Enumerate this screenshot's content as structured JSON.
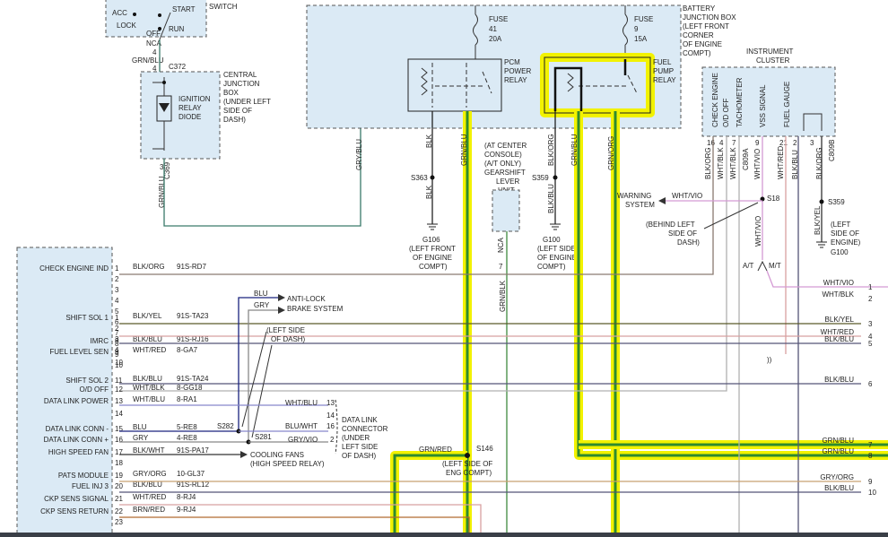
{
  "labels": {
    "switch_title": "SWITCH",
    "acc": "ACC",
    "start": "START",
    "lock": "LOCK",
    "off": "OFF",
    "run": "RUN",
    "nca_top": "NCA",
    "pin4a": "4",
    "grn_blu": "GRN/BLU",
    "pin4b": "4",
    "c372": "C372",
    "cjb_title": [
      "CENTRAL",
      "JUNCTION",
      "BOX",
      "(UNDER LEFT",
      "SIDE OF",
      "DASH)"
    ],
    "diode": [
      "IGNITION",
      "RELAY",
      "DIODE"
    ],
    "pin3": "3",
    "c369": "C369",
    "grn_blu_v": "GRN/BLU",
    "gry_blu_v": "GRY/BLU",
    "fuse41": [
      "FUSE",
      "41",
      "20A"
    ],
    "fuse9": [
      "FUSE",
      "9",
      "15A"
    ],
    "bjb": [
      "BATTERY",
      "JUNCTION BOX",
      "(LEFT FRONT",
      "CORNER",
      "OF ENGINE",
      "COMPT)"
    ],
    "pcm_relay": [
      "PCM",
      "POWER",
      "RELAY"
    ],
    "fuel_relay": [
      "FUEL",
      "PUMP",
      "RELAY"
    ],
    "blk_v": "BLK",
    "grn_blu_pcm": "GRN/BLU",
    "blk_org_v": "BLK/ORG",
    "grn_blu_fp": "GRN/BLU",
    "grn_org_v": "GRN/ORG",
    "console": [
      "(AT CENTER",
      "CONSOLE)",
      "(A/T ONLY)",
      "GEARSHIFT",
      "LEVER",
      "UNIT"
    ],
    "s363": "S363",
    "blk_s363": "BLK",
    "g106": [
      "G106",
      "(LEFT FRONT",
      "OF ENGINE",
      "COMPT)"
    ],
    "s359a": "S359",
    "blk_s359": "BLK/BLU",
    "g100a": [
      "G100",
      "(LEFT SIDE",
      "OF ENGINE",
      "COMPT)"
    ],
    "nca_mid": "NCA",
    "pin7": "7",
    "grn_blk_v": "GRN/BLK",
    "cluster_title": [
      "INSTRUMENT",
      "CLUSTER"
    ],
    "cluster_cols": [
      "CHECK ENGINE",
      "O/D OFF",
      "TACHOMETER",
      "VSS SIGNAL",
      "FUEL GAUGE"
    ],
    "cluster_pins": [
      "16",
      "4",
      "7",
      "9",
      "21",
      "2",
      "3"
    ],
    "cluster_wires": [
      "BLK/ORG",
      "WHT/BLK",
      "WHT/BLK",
      "WHT/VIO",
      "WHT/RED",
      "BLK/BLU",
      "BLK/ORG"
    ],
    "c809a": "C809A",
    "c809b": "C809B",
    "warning": [
      "WARNING",
      "SYSTEM"
    ],
    "wht_vio_w": "WHT/VIO",
    "s18": "S18",
    "behind": [
      "(BEHIND LEFT",
      "SIDE OF",
      "DASH)"
    ],
    "wht_vio_v": "WHT/VIO",
    "at": "A/T",
    "mt": "M/T",
    "s359b": "S359",
    "blk_yel_g": "BLK/YEL",
    "g100b": [
      "(LEFT",
      "SIDE OF",
      "ENGINE)",
      "G100"
    ],
    "pcm_rows": [
      {
        "pin": "1",
        "label": "CHECK ENGINE IND",
        "color": "BLK/ORG",
        "circuit": "91S-RD7"
      },
      {
        "pin": "2",
        "label": "",
        "color": "",
        "circuit": ""
      },
      {
        "pin": "3",
        "label": "",
        "color": "",
        "circuit": ""
      },
      {
        "pin": "4",
        "label": "",
        "color": "",
        "circuit": ""
      },
      {
        "pin": "5",
        "label": "",
        "color": "",
        "circuit": ""
      },
      {
        "pin": "6",
        "label": "",
        "color": "",
        "circuit": ""
      },
      {
        "pin": "7",
        "label": "",
        "color": "",
        "circuit": ""
      },
      {
        "pin": "8",
        "label": "",
        "color": "",
        "circuit": ""
      },
      {
        "pin": "9",
        "label": "",
        "color": "",
        "circuit": ""
      },
      {
        "pin": "10",
        "label": "",
        "color": "",
        "circuit": ""
      },
      {
        "pin": "1",
        "label": "SHIFT SOL 1",
        "color": "BLK/YEL",
        "circuit": "91S-TA23"
      },
      {
        "pin": "2",
        "label": "",
        "color": "",
        "circuit": ""
      },
      {
        "pin": "3",
        "label": "",
        "color": "",
        "circuit": ""
      },
      {
        "pin": "4",
        "label": "",
        "color": "",
        "circuit": ""
      },
      {
        "pin": "8",
        "label": "IMRC",
        "color": "BLK/BLU",
        "circuit": "91S-RJ16"
      },
      {
        "pin": "9",
        "label": "FUEL LEVEL SEN",
        "color": "WHT/RED",
        "circuit": "8-GA7"
      },
      {
        "pin": "10",
        "label": "",
        "color": "",
        "circuit": ""
      },
      {
        "pin": "11",
        "label": "SHIFT SOL 2",
        "color": "BLK/BLU",
        "circuit": "91S-TA24"
      },
      {
        "pin": "12",
        "label": "O/D OFF",
        "color": "WHT/BLK",
        "circuit": "8-GG18"
      },
      {
        "pin": "13",
        "label": "DATA LINK POWER",
        "color": "WHT/BLU",
        "circuit": "8-RA1"
      },
      {
        "pin": "14",
        "label": "",
        "color": "",
        "circuit": ""
      },
      {
        "pin": "15",
        "label": "DATA LINK CONN -",
        "color": "BLU",
        "circuit": "5-RE8"
      },
      {
        "pin": "16",
        "label": "DATA LINK CONN +",
        "color": "GRY",
        "circuit": "4-RE8"
      },
      {
        "pin": "17",
        "label": "HIGH SPEED FAN",
        "color": "BLK/WHT",
        "circuit": "91S-PA17"
      },
      {
        "pin": "18",
        "label": "",
        "color": "",
        "circuit": ""
      },
      {
        "pin": "19",
        "label": "PATS MODULE",
        "color": "GRY/ORG",
        "circuit": "10-GL37"
      },
      {
        "pin": "20",
        "label": "FUEL INJ 3",
        "color": "BLK/BLU",
        "circuit": "91S-RL12"
      },
      {
        "pin": "21",
        "label": "CKP SENS SIGNAL",
        "color": "WHT/RED",
        "circuit": "8-RJ4"
      },
      {
        "pin": "22",
        "label": "CKP SENS RETURN",
        "color": "BRN/RED",
        "circuit": "9-RJ4"
      },
      {
        "pin": "23",
        "label": "",
        "color": "",
        "circuit": ""
      }
    ],
    "right_rows": [
      {
        "pin": "1",
        "color": "WHT/VIO"
      },
      {
        "pin": "2",
        "color": "WHT/BLK"
      },
      {
        "pin": "3",
        "color": "BLK/YEL"
      },
      {
        "pin": "4",
        "color": "WHT/RED"
      },
      {
        "pin": "5",
        "color": "BLK/BLU"
      },
      {
        "pin": "6",
        "color": "BLK/BLU"
      },
      {
        "pin": "7",
        "color": "GRN/BLU"
      },
      {
        "pin": "8",
        "color": "GRN/BLU"
      },
      {
        "pin": "9",
        "color": "GRY/ORG"
      },
      {
        "pin": "10",
        "color": "BLK/BLU"
      }
    ],
    "antilock": [
      "ANTI-LOCK",
      "BRAKE SYSTEM"
    ],
    "blu_w": "BLU",
    "gry_w": "GRY",
    "left_dash": [
      "(LEFT SIDE",
      "OF DASH)"
    ],
    "s282": "S282",
    "s281": "S281",
    "wht_blu_13": "WHT/BLU",
    "blu_wht_16": "BLU/WHT",
    "gry_vio_2": "GRY/VIO",
    "dlc_pins": [
      "13",
      "14",
      "16",
      "2"
    ],
    "dlc": [
      "DATA LINK",
      "CONNECTOR",
      "(UNDER",
      "LEFT SIDE",
      "OF DASH)"
    ],
    "cooling": [
      "COOLING FANS",
      "(HIGH SPEED RELAY)"
    ],
    "grn_red": "GRN/RED",
    "s146": "S146",
    "eng_compt": [
      "(LEFT SIDE OF",
      "ENG COMPT)"
    ],
    "pcm_small_pins": [
      "13",
      "14",
      "16"
    ]
  }
}
